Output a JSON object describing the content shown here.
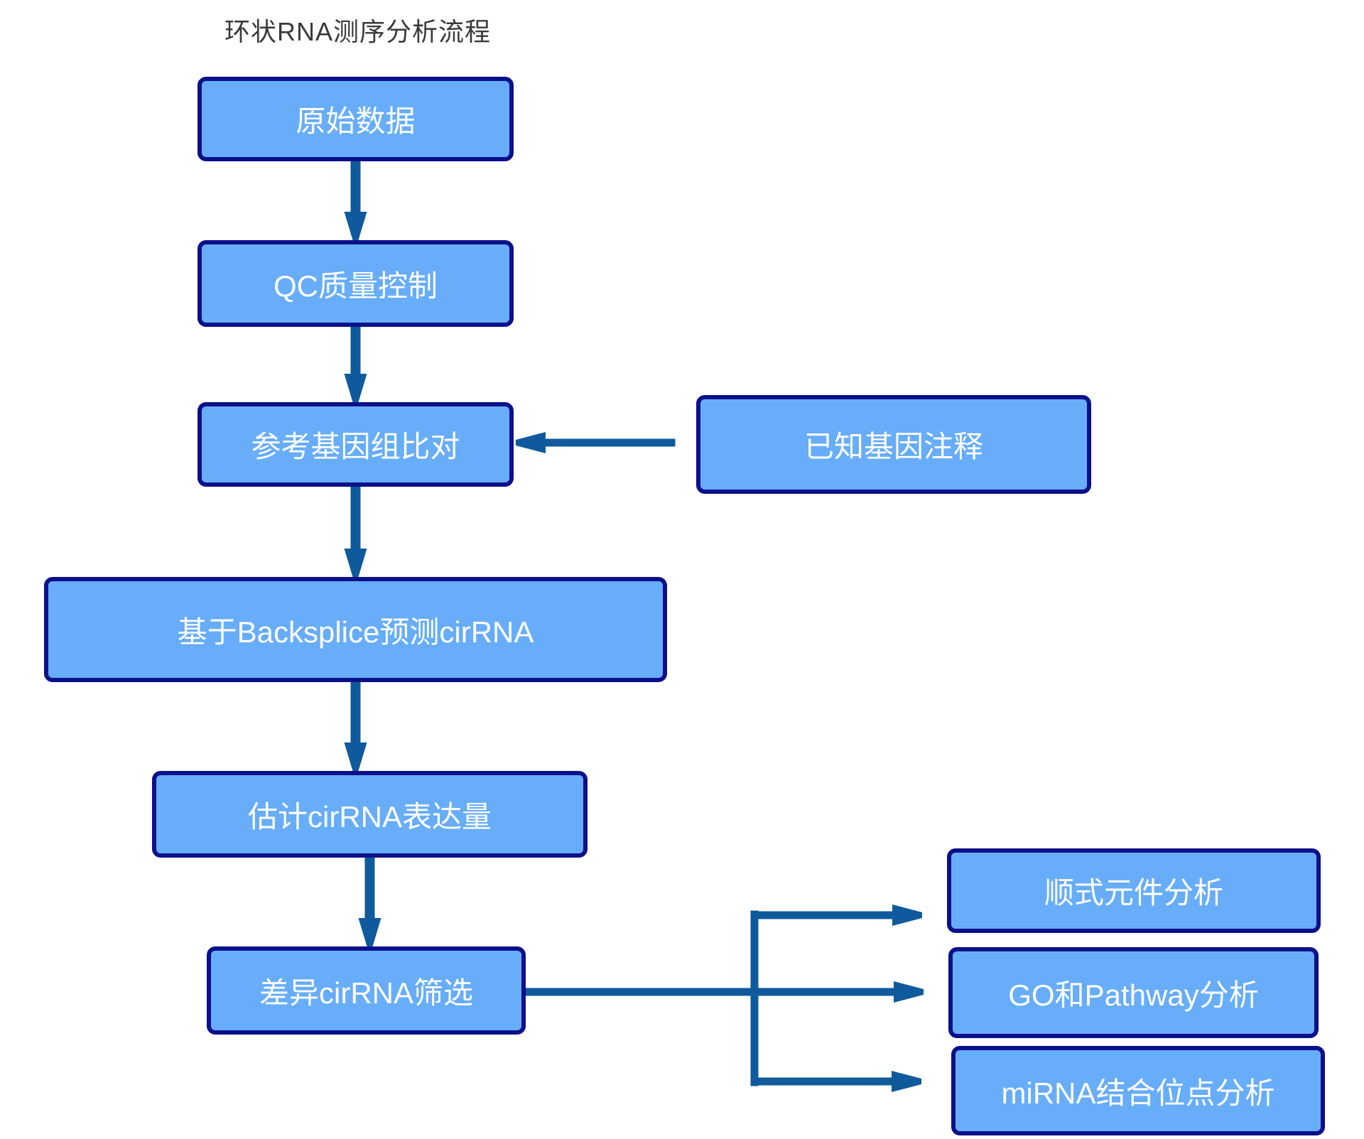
{
  "title": "环状RNA测序分析流程",
  "colors": {
    "background": "#ffffff",
    "node_fill": "#67adfa",
    "node_border": "#0b108a",
    "node_text": "#ffffff",
    "arrow": "#0f5a9c",
    "title_color": "#3a3a3a"
  },
  "nodes": {
    "raw_data": {
      "label": "原始数据"
    },
    "qc": {
      "label": "QC质量控制"
    },
    "ref_align": {
      "label": "参考基因组比对"
    },
    "known_annotation": {
      "label": "已知基因注释"
    },
    "backsplice_predict": {
      "label": "基于Backsplice预测cirRNA"
    },
    "expression_estimate": {
      "label": "估计cirRNA表达量"
    },
    "diff_screen": {
      "label": "差异cirRNA筛选"
    },
    "cis_element": {
      "label": "顺式元件分析"
    },
    "go_pathway": {
      "label": "GO和Pathway分析"
    },
    "mirna_binding": {
      "label": "miRNA结合位点分析"
    }
  },
  "edges": [
    {
      "from": "raw_data",
      "to": "qc"
    },
    {
      "from": "qc",
      "to": "ref_align"
    },
    {
      "from": "known_annotation",
      "to": "ref_align"
    },
    {
      "from": "ref_align",
      "to": "backsplice_predict"
    },
    {
      "from": "backsplice_predict",
      "to": "expression_estimate"
    },
    {
      "from": "expression_estimate",
      "to": "diff_screen"
    },
    {
      "from": "diff_screen",
      "to": "cis_element"
    },
    {
      "from": "diff_screen",
      "to": "go_pathway"
    },
    {
      "from": "diff_screen",
      "to": "mirna_binding"
    }
  ]
}
